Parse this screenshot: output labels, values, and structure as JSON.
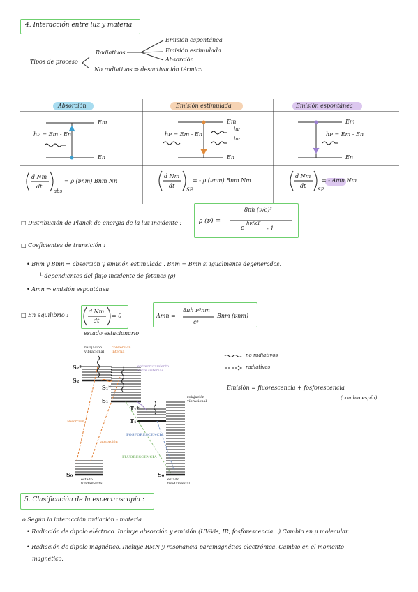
{
  "section4": {
    "title": "4. Interacción entre luz y materia",
    "tipos": "Tipos de proceso",
    "radiativos": "Radiativos",
    "branches": [
      "Emisión espontánea",
      "Emisión estimulada",
      "Absorción"
    ],
    "no_radiativos": "No radiativos ⇒ desactivación térmica"
  },
  "table": {
    "headers": [
      "Absorción",
      "Emisión estimulada",
      "Emisión espontánea"
    ],
    "colors": {
      "absorcion": "#a8dcf0",
      "estimulada": "#f6d3b3",
      "espontanea": "#dcc7ef"
    },
    "em": "Em",
    "en": "En",
    "hv": "hν = Em - En",
    "hv_short": "hν",
    "eq_abs": "= ρ (νnm) Bnm Nn",
    "eq_se": "= - ρ (νnm) Bnm Nm",
    "eq_sp": "= - Amn Nm",
    "frac_num": "d Nm",
    "frac_den": "dt",
    "sub_abs": "abs",
    "sub_se": "SE",
    "sub_sp": "SP"
  },
  "planck": {
    "label": "□ Distribución de Planck de energía de la luz incidente :",
    "rho": "ρ (ν) =",
    "num": "8πh (ν/c)³",
    "den": "e",
    "den_exp": "hν/kT",
    "den_tail": "- 1"
  },
  "coef": {
    "title": "□ Coeficientes de transición :",
    "b1": "• Bnm y Bmn ⇒ absorción y emisión estimulada . Bnm = Bmn si igualmente degenerados.",
    "b1_sub": "└ dependientes del flujo incidente de fotones (ρ)",
    "b2": "• Amn ⇒ emisión espontánea"
  },
  "equil": {
    "label": "□ En equilibrio :",
    "eq_rhs": "= 0",
    "estado": "estado estacionario",
    "amn_lhs": "Amn =",
    "amn_num": "8πh ν³nm",
    "amn_den": "c³",
    "amn_tail": "Bnm (νnm)"
  },
  "jablonski": {
    "relajacion_vibracional": "relajación vibracional",
    "conversion_interna": "conversión interna",
    "entrecruzamiento": "entrecruzamiento entre sistemas",
    "absorcion": "absorción",
    "fosforescencia": "FOSFORESCENCIA",
    "fluorescencia": "FLUORESCENCIA",
    "estado_fundamental": "estado fundamental",
    "s2v": "S₂*",
    "s2": "S₂",
    "s1v": "S₁*",
    "s1": "S₁",
    "t1v": "T₁*",
    "t1": "T₁",
    "s0": "S₀",
    "colors": {
      "orange": "#e07a2e",
      "purple": "#9b83c4",
      "blue": "#7c98c8",
      "green": "#8cbf7d"
    }
  },
  "legend": {
    "wavy": "no radiativos",
    "dashed": "radiativos",
    "emision": "Emisión = fluorescencia + fosforescencia",
    "cambio": "(cambio espín)"
  },
  "section5": {
    "title": "5. Clasificación de la espectroscopía :",
    "o1": "o Según la interacción radiación - materia",
    "b1": "• Radiación de dipolo eléctrico. Incluye absorción y emisión (UV-Vis, IR, fosforescencia...) Cambio en μ molecular.",
    "b2": "• Radiación de dipolo magnético. Incluye RMN y resonancia paramagnética electrónica. Cambio en el momento",
    "b2_cont": "magnético."
  }
}
